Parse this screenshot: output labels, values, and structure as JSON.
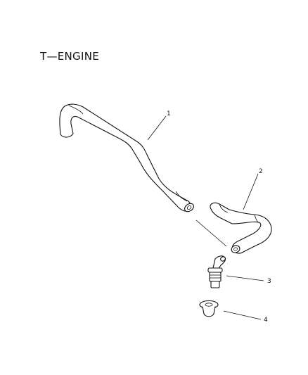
{
  "diagram": {
    "title": "T—ENGINE",
    "callouts": [
      {
        "number": "1",
        "part": "hose-upper"
      },
      {
        "number": "2",
        "part": "hose-lower"
      },
      {
        "number": "3",
        "part": "pcv-valve"
      },
      {
        "number": "4",
        "part": "grommet"
      }
    ]
  },
  "colors": {
    "line": "#111111",
    "background": "#ffffff"
  }
}
